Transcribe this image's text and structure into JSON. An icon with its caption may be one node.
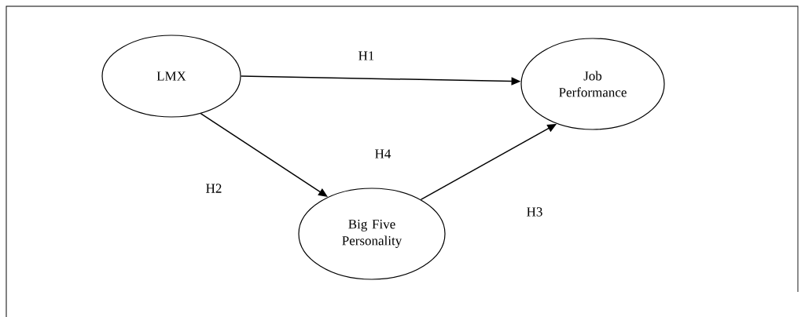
{
  "diagram": {
    "nodes": [
      {
        "text": [
          "LMX"
        ]
      },
      {
        "text": [
          "Job Performance"
        ]
      },
      {
        "text": [
          "Big Five Personality"
        ]
      }
    ],
    "edges": [
      {
        "from": 0,
        "to": 1,
        "arrow": "to",
        "label": "H1"
      },
      {
        "from": 0,
        "to": 2,
        "arrow": "to",
        "label": "H2"
      },
      {
        "from": 2,
        "to": 1,
        "arrow": "to",
        "label": "H3"
      }
    ],
    "labels": [
      "H4"
    ]
  }
}
